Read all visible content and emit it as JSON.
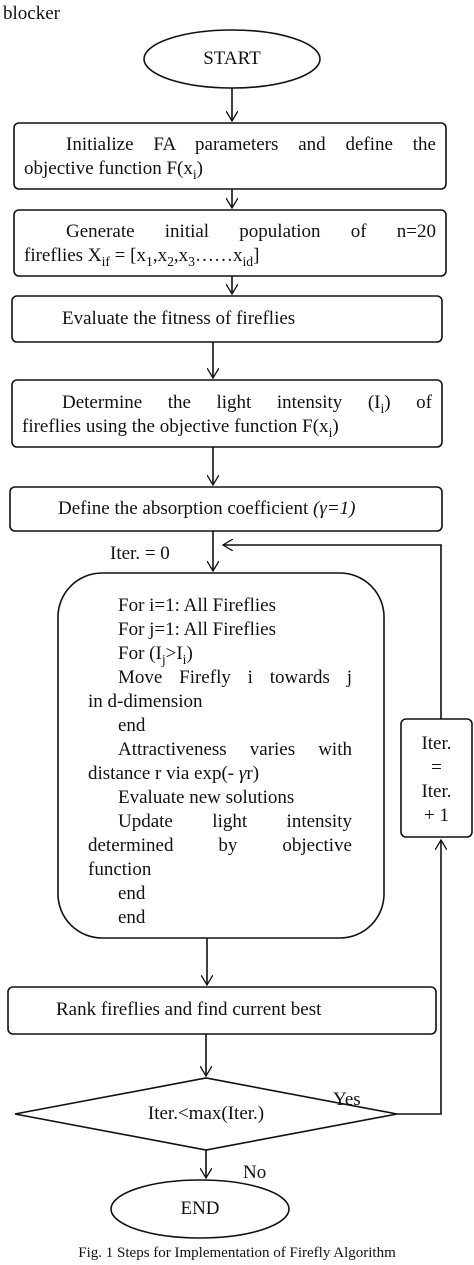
{
  "header_fragment": "blocker",
  "start": "START",
  "end": "END",
  "init_box": {
    "line1": "Initialize FA parameters and define the",
    "line2_pre": "objective function F(x",
    "line2_sub": "i",
    "line2_post": ")"
  },
  "gen_box": {
    "line1": "Generate initial population of n=20",
    "line2_a": "fireflies X",
    "line2_sub_if": "if",
    "line2_b": " = [x",
    "sub_1": "1",
    "line2_c": ",x",
    "sub_2": "2",
    "line2_d": ",x",
    "sub_3": "3",
    "line2_e": "……x",
    "sub_id": "id",
    "line2_f": "]"
  },
  "eval_box": "Evaluate the fitness of fireflies",
  "light_box": {
    "line1_pre": "Determine the light intensity (I",
    "line1_sub": "i",
    "line1_post": ") of",
    "line2_pre": "fireflies using the objective function F(x",
    "line2_sub": "i",
    "line2_post": ")"
  },
  "absorb_box": {
    "text": "Define the absorption coefficient ",
    "italic": "(γ=1)"
  },
  "iter_init": "Iter. = 0",
  "loop_box": {
    "l1": "For i=1: All Fireflies",
    "l2": "For j=1: All Fireflies",
    "l3_a": "For (I",
    "l3_sub_j": "j",
    "l3_b": ">I",
    "l3_sub_i": "i",
    "l3_c": ")",
    "l4": "Move Firefly i towards j",
    "l5": "in d-dimension",
    "l6": "end",
    "l7": "Attractiveness varies with",
    "l8_pre": "distance r via exp(- ",
    "l8_gamma": "γ",
    "l8_post": "r)",
    "l9": "Evaluate new solutions",
    "l10": "Update light intensity",
    "l11": "determined by objective",
    "l12": "function",
    "l13": "end",
    "l14": "end"
  },
  "iter_box": {
    "l1": "Iter.",
    "l2": "=",
    "l3": "Iter.",
    "l4": "+ 1"
  },
  "rank_box": "Rank fireflies and find current best",
  "decision": "Iter.<max(Iter.)",
  "yes_label": "Yes",
  "no_label": "No",
  "caption": "Fig. 1 Steps for Implementation of Firefly Algorithm",
  "colors": {
    "stroke": "#111111",
    "background": "#ffffff"
  }
}
